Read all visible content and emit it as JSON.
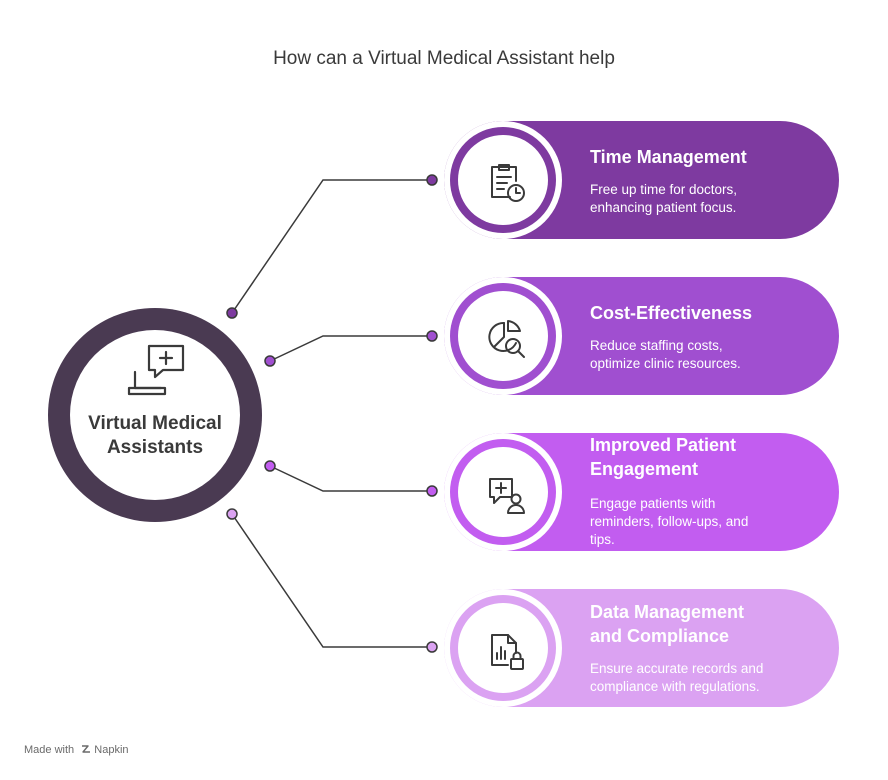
{
  "title": "How can a Virtual Medical Assistant help",
  "hub": {
    "label_line1": "Virtual Medical",
    "label_line2": "Assistants",
    "icon": "telehealth-laptop-icon",
    "color": "#4a3a52"
  },
  "cards": [
    {
      "heading_line1": "Time Management",
      "heading_line2": "",
      "desc_line1": "Free up time for doctors,",
      "desc_line2": "enhancing patient focus.",
      "desc_line3": "",
      "icon": "clipboard-clock-icon",
      "color": "#7e3aa0"
    },
    {
      "heading_line1": "Cost-Effectiveness",
      "heading_line2": "",
      "desc_line1": "Reduce staffing costs,",
      "desc_line2": "optimize clinic resources.",
      "desc_line3": "",
      "icon": "pie-chart-magnifier-icon",
      "color": "#a04fd0"
    },
    {
      "heading_line1": "Improved Patient",
      "heading_line2": "Engagement",
      "desc_line1": "Engage patients with",
      "desc_line2": "reminders, follow-ups, and",
      "desc_line3": "tips.",
      "icon": "medical-chat-user-icon",
      "color": "#c25df0"
    },
    {
      "heading_line1": "Data Management",
      "heading_line2": "and Compliance",
      "desc_line1": "Ensure accurate records and",
      "desc_line2": "compliance with regulations.",
      "desc_line3": "",
      "icon": "document-chart-lock-icon",
      "color": "#dba2f2"
    }
  ],
  "footer": {
    "made_with": "Made with",
    "brand": "Napkin"
  }
}
